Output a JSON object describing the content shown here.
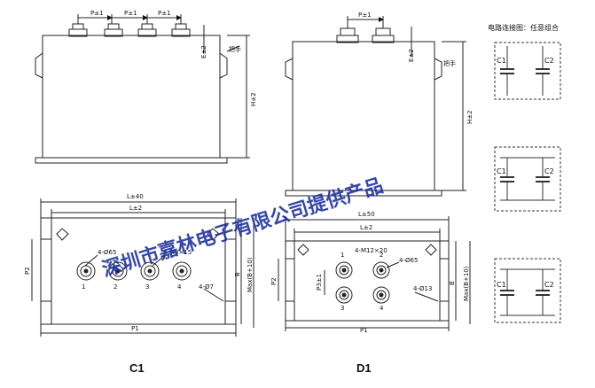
{
  "title": "电路连接图：任意组合",
  "captions": {
    "c1": "C1",
    "d1": "D1"
  },
  "handle_label": "把手",
  "watermark": "深圳市嘉林电子有限公司提供产品",
  "dims": {
    "p1": "P±1",
    "e2": "E±2",
    "h2": "H±2",
    "l40": "L±40",
    "l2": "L±2",
    "l50": "L±50",
    "p2": "P2",
    "p1b": "P1",
    "b": "B",
    "max": "Max(B+10)",
    "c1_hole": "4-Ø65",
    "c1_thread": "4-M8×15",
    "c1_mount": "4-Ø7",
    "d1_thread": "4-M12×20",
    "d1_hole": "4-Ø65",
    "d1_mount": "4-Ø13",
    "p3": "P3±1"
  },
  "terminals": [
    "1",
    "2",
    "3",
    "4"
  ],
  "circuits": [
    {
      "left": "C1",
      "right": "C2"
    },
    {
      "left": "C1",
      "right": "C2"
    },
    {
      "left": "C1",
      "right": "C2"
    }
  ]
}
